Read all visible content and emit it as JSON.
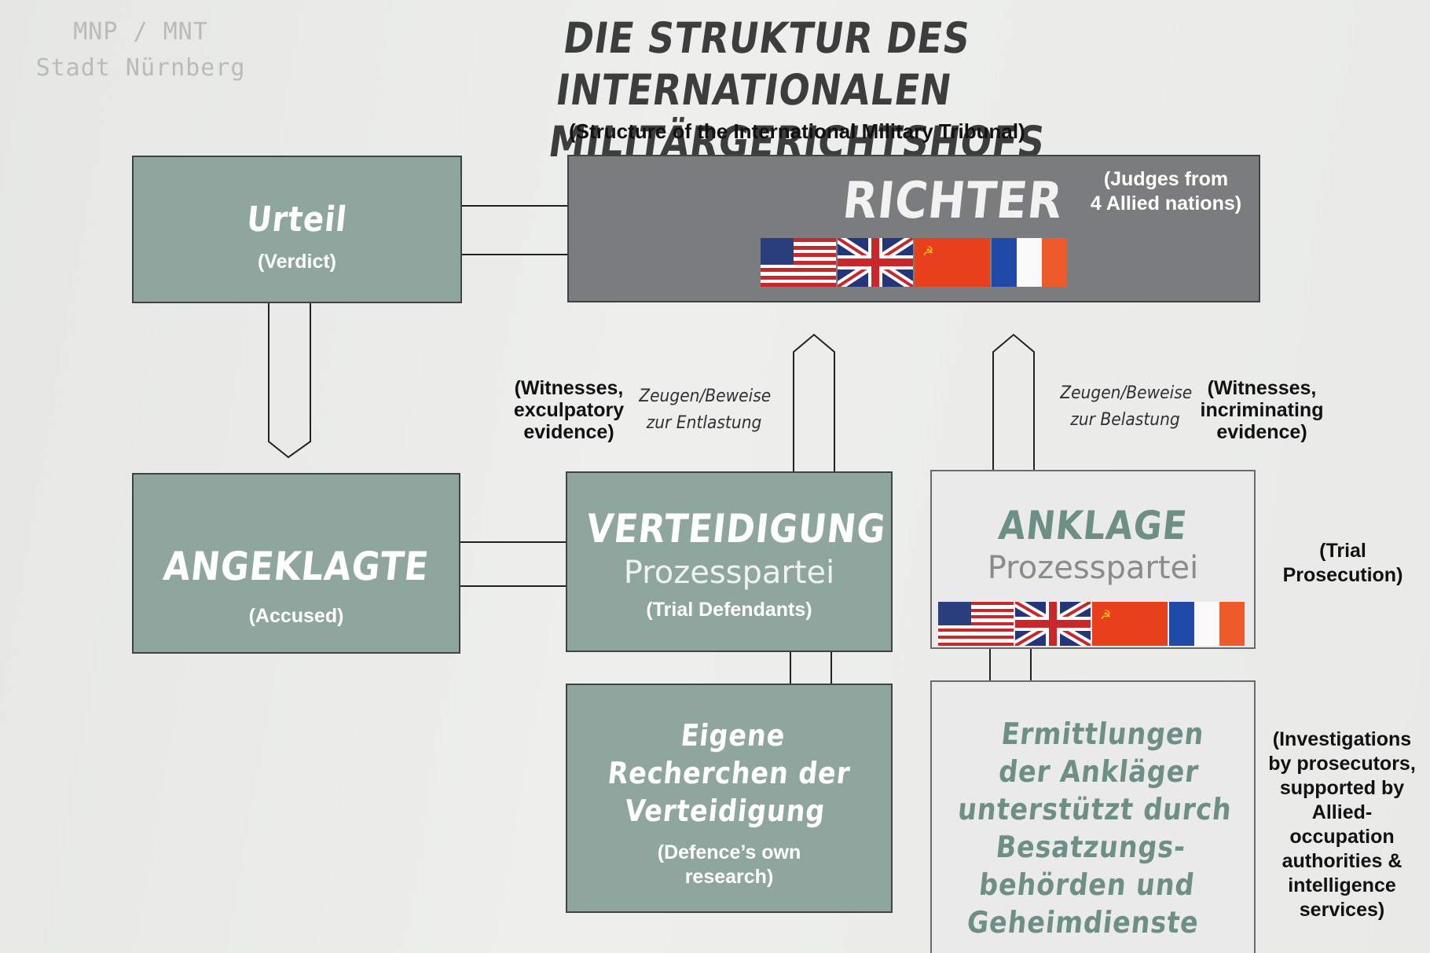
{
  "watermark": {
    "line1": "MNP / MNT",
    "line2": "Stadt Nürnberg"
  },
  "title": {
    "line1": "DIE STRUKTUR DES INTERNATIONALEN",
    "line2": "MILITÄRGERICHTSHOFS",
    "subtitle": "(Structure of the International Military Tribunal)"
  },
  "nodes": {
    "urteil": {
      "label": "Urteil",
      "english": "(Verdict)"
    },
    "richter": {
      "label": "RICHTER",
      "note_line1": "(Judges from",
      "note_line2": "4 Allied nations)"
    },
    "angeklagte": {
      "label": "ANGEKLAGTE",
      "english": "(Accused)"
    },
    "verteidigung": {
      "label": "VERTEIDIGUNG",
      "sub": "Prozesspartei",
      "english": "(Trial Defendants)"
    },
    "anklage": {
      "label": "ANKLAGE",
      "sub": "Prozesspartei"
    },
    "recherchen": {
      "line1": "Eigene",
      "line2": "Recherchen der",
      "line3": "Verteidigung",
      "english_line1": "(Defence’s own",
      "english_line2": "research)"
    },
    "ermittlungen": {
      "line1": "Ermittlungen",
      "line2": "der Ankläger",
      "line3": "unterstützt durch",
      "line4": "Besatzungs-",
      "line5": "behörden und",
      "line6": "Geheimdienste"
    }
  },
  "annotations": {
    "entlastung_en": {
      "line1": "(Witnesses,",
      "line2": "exculpatory",
      "line3": "evidence)"
    },
    "entlastung_de": {
      "line1": "Zeugen/Beweise",
      "line2": "zur Entlastung"
    },
    "belastung_de": {
      "line1": "Zeugen/Beweise",
      "line2": "zur Belastung"
    },
    "belastung_en": {
      "line1": "(Witnesses,",
      "line2": "incriminating",
      "line3": "evidence)"
    },
    "prosecution": {
      "line1": "(Trial",
      "line2": "Prosecution)"
    },
    "investigations": {
      "lines": [
        "(Investigations",
        "by prosecutors,",
        "supported by",
        "Allied-",
        "occupation",
        "authorities &",
        "intelligence",
        "services)"
      ]
    }
  },
  "flags": [
    "usa-flag",
    "uk-flag",
    "ussr-flag",
    "france-flag"
  ],
  "colors": {
    "green_box": "#8fa69f",
    "gray_box": "#7b7c7e",
    "light_box": "#e9eae9",
    "title": "#3c3e3d"
  }
}
